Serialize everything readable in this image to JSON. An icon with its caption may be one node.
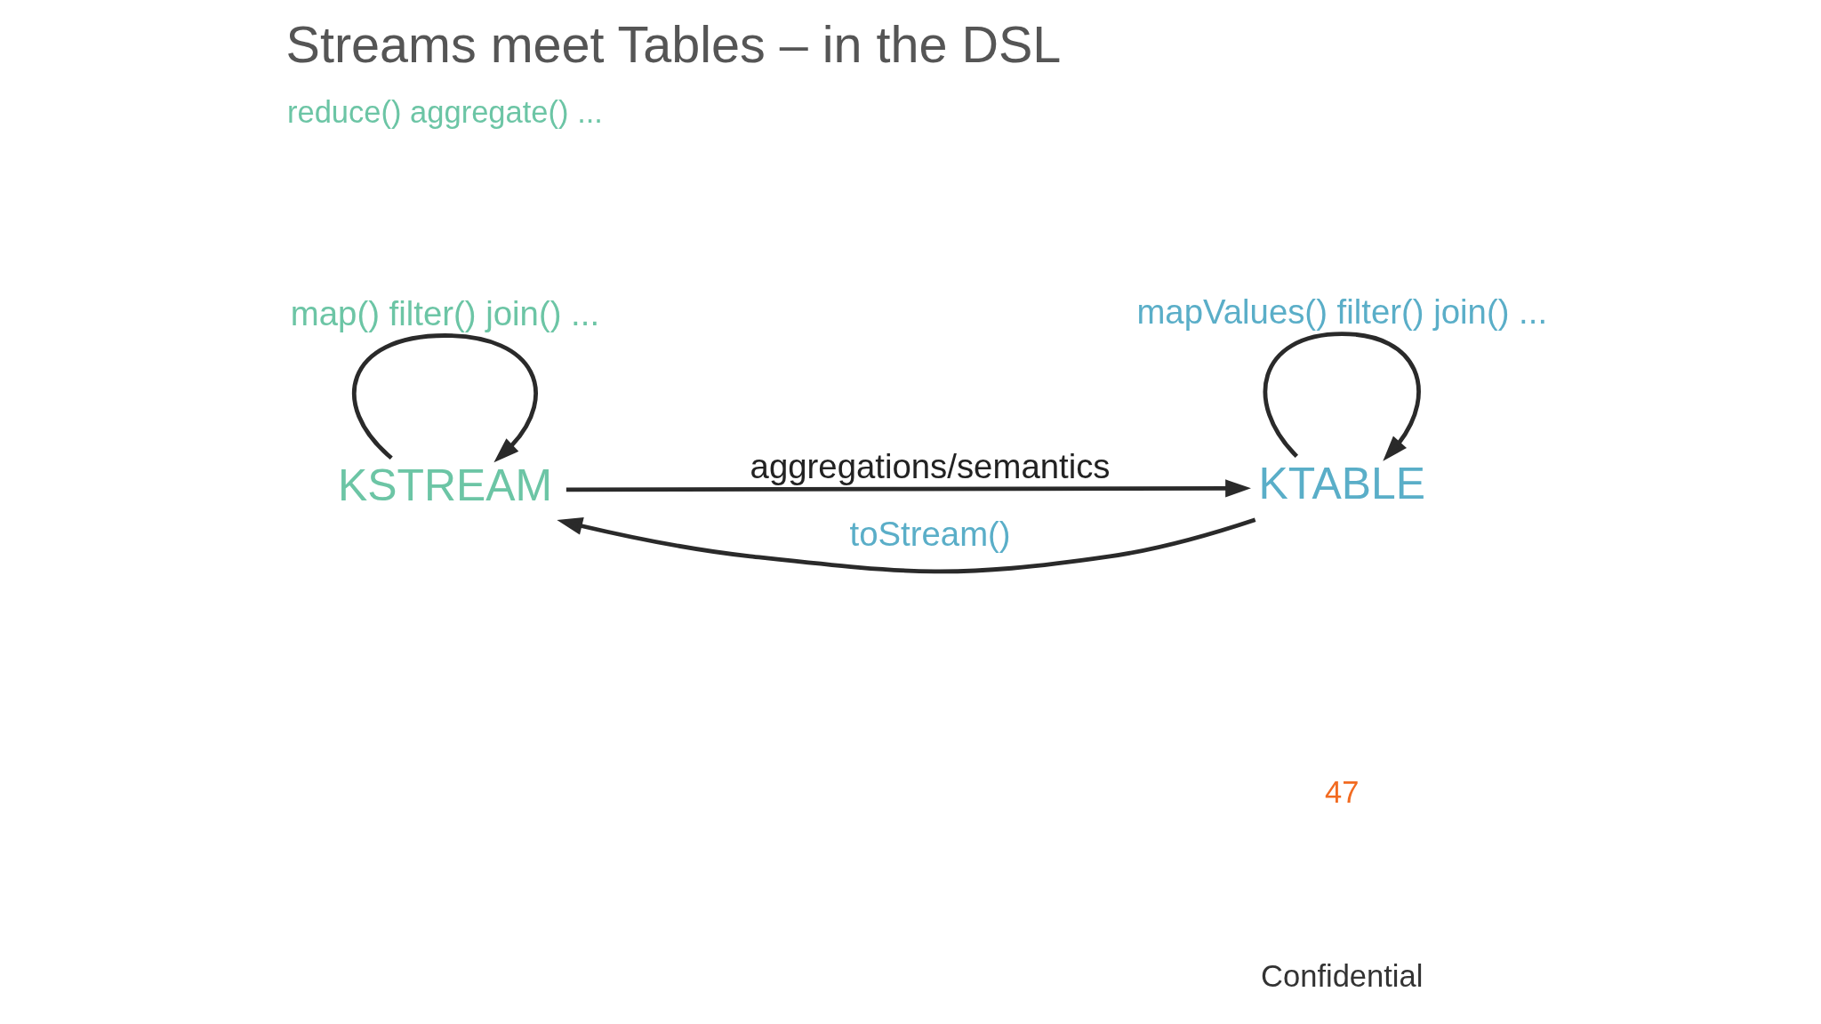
{
  "diagram": {
    "title": "Streams meet Tables – in the DSL",
    "nodes": [
      {
        "text": [
          "KSTREAM"
        ]
      },
      {
        "text": [
          "KTABLE"
        ]
      }
    ],
    "edges": [
      {
        "from": 0,
        "to": 1,
        "arrow": "to",
        "label": "aggregations/semantics"
      },
      {
        "from": 1,
        "to": 0,
        "arrow": "to",
        "label": "toStream()"
      },
      {
        "from": 0,
        "to": 0,
        "arrow": "to",
        "label": "map() filter() join() ..."
      },
      {
        "from": 1,
        "to": 1,
        "arrow": "to",
        "label": "mapValues() filter() join() ..."
      }
    ],
    "labels": [
      "reduce() aggregate() ...",
      "Confidential",
      "47"
    ]
  }
}
